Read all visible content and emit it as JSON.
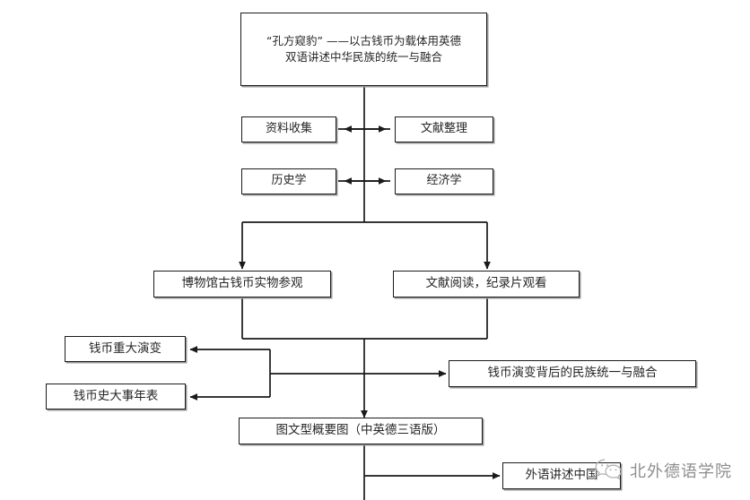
{
  "diagram": {
    "type": "flowchart",
    "title_node": {
      "text": "“孔方窥豹” ——以古钱币为载体用英德\n双语讲述中华民族的统一与融合"
    },
    "nodes": [
      {
        "id": "title",
        "label": "“孔方窥豹” ——以古钱币为载体用英德\n双语讲述中华民族的统一与融合"
      },
      {
        "id": "data-collect",
        "label": "资料收集"
      },
      {
        "id": "lit-sort",
        "label": "文献整理"
      },
      {
        "id": "history",
        "label": "历史学"
      },
      {
        "id": "economics",
        "label": "经济学"
      },
      {
        "id": "museum-visit",
        "label": "博物馆古钱币实物参观"
      },
      {
        "id": "read-watch",
        "label": "文献阅读，纪录片观看"
      },
      {
        "id": "coin-evol",
        "label": "钱币重大演变"
      },
      {
        "id": "coin-chrono",
        "label": "钱币史大事年表"
      },
      {
        "id": "unity-fusion",
        "label": "钱币演变背后的民族统一与融合"
      },
      {
        "id": "summary-map",
        "label": "图文型概要图（中英德三语版）"
      },
      {
        "id": "tell-china",
        "label": "外语讲述中国"
      }
    ],
    "edges": [
      {
        "from": "title",
        "to": "row1",
        "kind": "vertical-trunk"
      },
      {
        "from": "data-collect",
        "to": "lit-sort",
        "kind": "bidirectional"
      },
      {
        "from": "history",
        "to": "economics",
        "kind": "bidirectional"
      },
      {
        "from": "trunk",
        "to": "museum-visit",
        "kind": "split-arrow-down"
      },
      {
        "from": "trunk",
        "to": "read-watch",
        "kind": "split-arrow-down"
      },
      {
        "from": "museum-visit",
        "to": "coin-evol",
        "kind": "elbow-arrow-left"
      },
      {
        "from": "museum-visit",
        "to": "coin-chrono",
        "kind": "elbow-arrow-left"
      },
      {
        "from": "read-watch",
        "to": "unity-fusion",
        "kind": "arrow-right"
      },
      {
        "from": "merge",
        "to": "summary-map",
        "kind": "arrow-down"
      },
      {
        "from": "summary-map",
        "to": "tell-china",
        "kind": "elbow-arrow-right"
      }
    ],
    "colors": {
      "line": "#1a1a1a",
      "box_border": "#1a1a1a",
      "box_shadow": "#9a9a9a",
      "text": "#262626",
      "background": "#ffffff",
      "watermark": "#8e8e8e"
    }
  },
  "watermark": {
    "icon": "wechat-icon",
    "label": "北外德语学院"
  }
}
